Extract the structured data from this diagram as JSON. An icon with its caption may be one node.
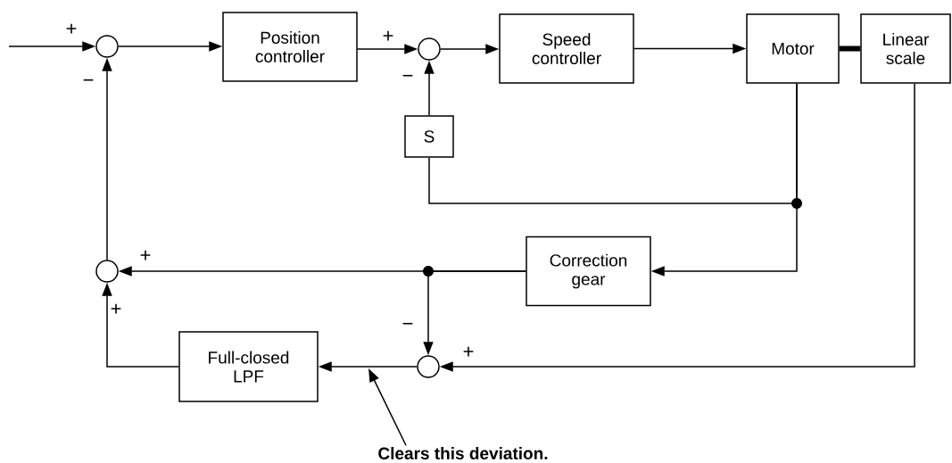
{
  "diagram": {
    "nodes": [
      {
        "text": [],
        "shape": "circle"
      },
      {
        "text": [
          "Position controller"
        ]
      },
      {
        "text": [],
        "shape": "circle"
      },
      {
        "text": [
          "Speed controller"
        ]
      },
      {
        "text": [
          "Motor"
        ]
      },
      {
        "text": [
          "Linear scale"
        ]
      },
      {
        "text": [
          "S"
        ]
      },
      {
        "text": [
          "Correction gear"
        ]
      },
      {
        "text": [],
        "shape": "circle"
      },
      {
        "text": [],
        "shape": "circle"
      },
      {
        "text": [
          "Full-closed LPF"
        ]
      },
      {
        "text": [
          "Clears this deviation."
        ]
      }
    ],
    "edges": [
      {
        "from": null,
        "to": 0,
        "arrow": "to",
        "label": "+"
      },
      {
        "from": 0,
        "to": 1,
        "arrow": "to"
      },
      {
        "from": 1,
        "to": 2,
        "arrow": "to",
        "label": "+"
      },
      {
        "from": 2,
        "to": 3,
        "arrow": "to"
      },
      {
        "from": 3,
        "to": 4,
        "arrow": "to"
      },
      {
        "from": 4,
        "to": 5,
        "arrow": "none",
        "style": "thick"
      },
      {
        "from": 4,
        "to": 6,
        "arrow": "none"
      },
      {
        "from": 6,
        "to": 2,
        "arrow": "to",
        "label": "−"
      },
      {
        "from": 4,
        "to": 7,
        "arrow": "to"
      },
      {
        "from": 7,
        "to": 8,
        "arrow": "to",
        "label": "+"
      },
      {
        "from": 7,
        "to": 9,
        "arrow": "to",
        "label": "−"
      },
      {
        "from": 5,
        "to": 9,
        "arrow": "to",
        "label": "+"
      },
      {
        "from": 9,
        "to": 10,
        "arrow": "to"
      },
      {
        "from": 10,
        "to": 8,
        "arrow": "to",
        "label": "+"
      },
      {
        "from": 8,
        "to": 0,
        "arrow": "to",
        "label": "−"
      },
      {
        "from": 11,
        "to": null,
        "arrow": "to"
      }
    ]
  }
}
